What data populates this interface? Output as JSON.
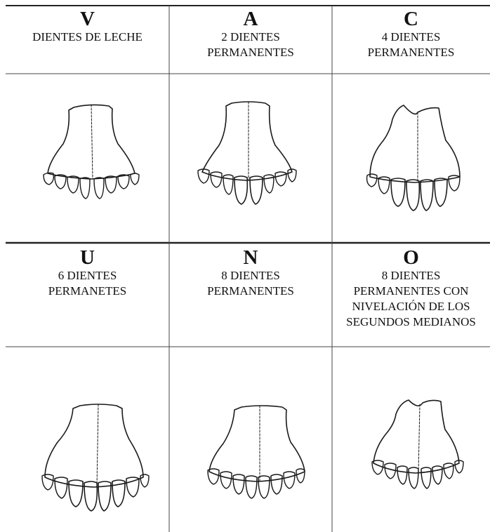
{
  "cells": [
    {
      "letter": "V",
      "desc_lines": [
        "DIENTES DE LECHE"
      ],
      "drawing": "milk-teeth-jaw"
    },
    {
      "letter": "A",
      "desc_lines": [
        "2 DIENTES",
        "PERMANENTES"
      ],
      "drawing": "two-permanent-teeth-jaw"
    },
    {
      "letter": "C",
      "desc_lines": [
        "4 DIENTES",
        "PERMANENTES"
      ],
      "drawing": "four-permanent-teeth-jaw"
    },
    {
      "letter": "U",
      "desc_lines": [
        "6 DIENTES",
        "PERMANETES"
      ],
      "drawing": "six-permanent-teeth-jaw"
    },
    {
      "letter": "N",
      "desc_lines": [
        "8 DIENTES",
        "PERMANENTES"
      ],
      "drawing": "eight-permanent-teeth-jaw"
    },
    {
      "letter": "O",
      "desc_lines": [
        "8 DIENTES",
        "PERMANENTES CON",
        "NIVELACIÓN DE LOS",
        "SEGUNDOS MEDIANOS"
      ],
      "drawing": "leveled-teeth-jaw"
    }
  ]
}
